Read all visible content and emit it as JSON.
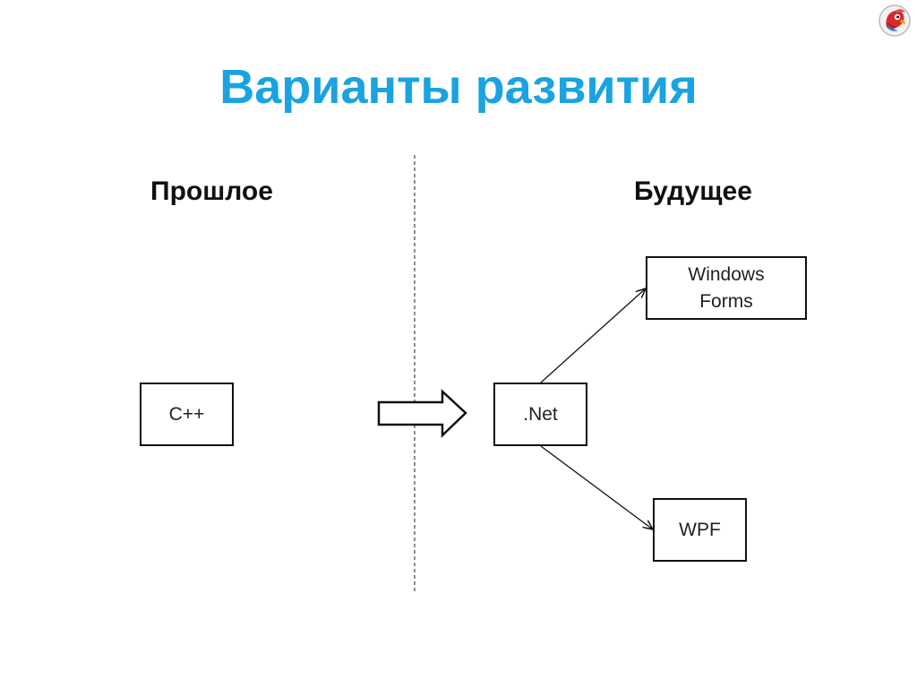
{
  "slide": {
    "title": "Варианты развития",
    "past_heading": "Прошлое",
    "future_heading": "Будущее"
  },
  "nodes": {
    "cpp": "C++",
    "net": ".Net",
    "winforms_line1": "Windows",
    "winforms_line2": "Forms",
    "wpf": "WPF"
  },
  "logo": {
    "icon": "parrot-logo-icon"
  },
  "colors": {
    "title": "#1aa3e0",
    "text": "#111111",
    "logo_red": "#d8282e"
  }
}
